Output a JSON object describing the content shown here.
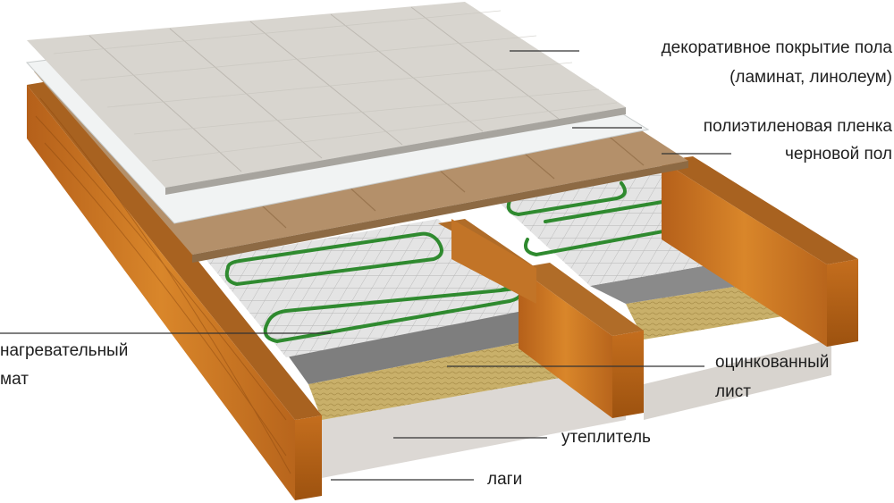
{
  "labels": {
    "decor_line1": "декоративное покрытие пола",
    "decor_line2": "(ламинат, линолеум)",
    "film": "полиэтиленовая пленка",
    "subfloor": "черновой пол",
    "mat_line1": "нагревательный",
    "mat_line2": "мат",
    "sheet_line1": "оцинкованный",
    "sheet_line2": "лист",
    "insulation": "утеплитель",
    "joists": "лаги"
  },
  "colors": {
    "wood": "#c9731d",
    "wood_dark": "#9a4f10",
    "wood_top": "#a9702f",
    "laminate": "#d9d6d0",
    "film": "#eef0f0",
    "subfloor": "#b08c64",
    "mat": "#dcdcdc",
    "cable": "#2f8a2f",
    "sheet": "#8a8a8a",
    "insulation": "#c9b06a",
    "line": "#333333"
  }
}
